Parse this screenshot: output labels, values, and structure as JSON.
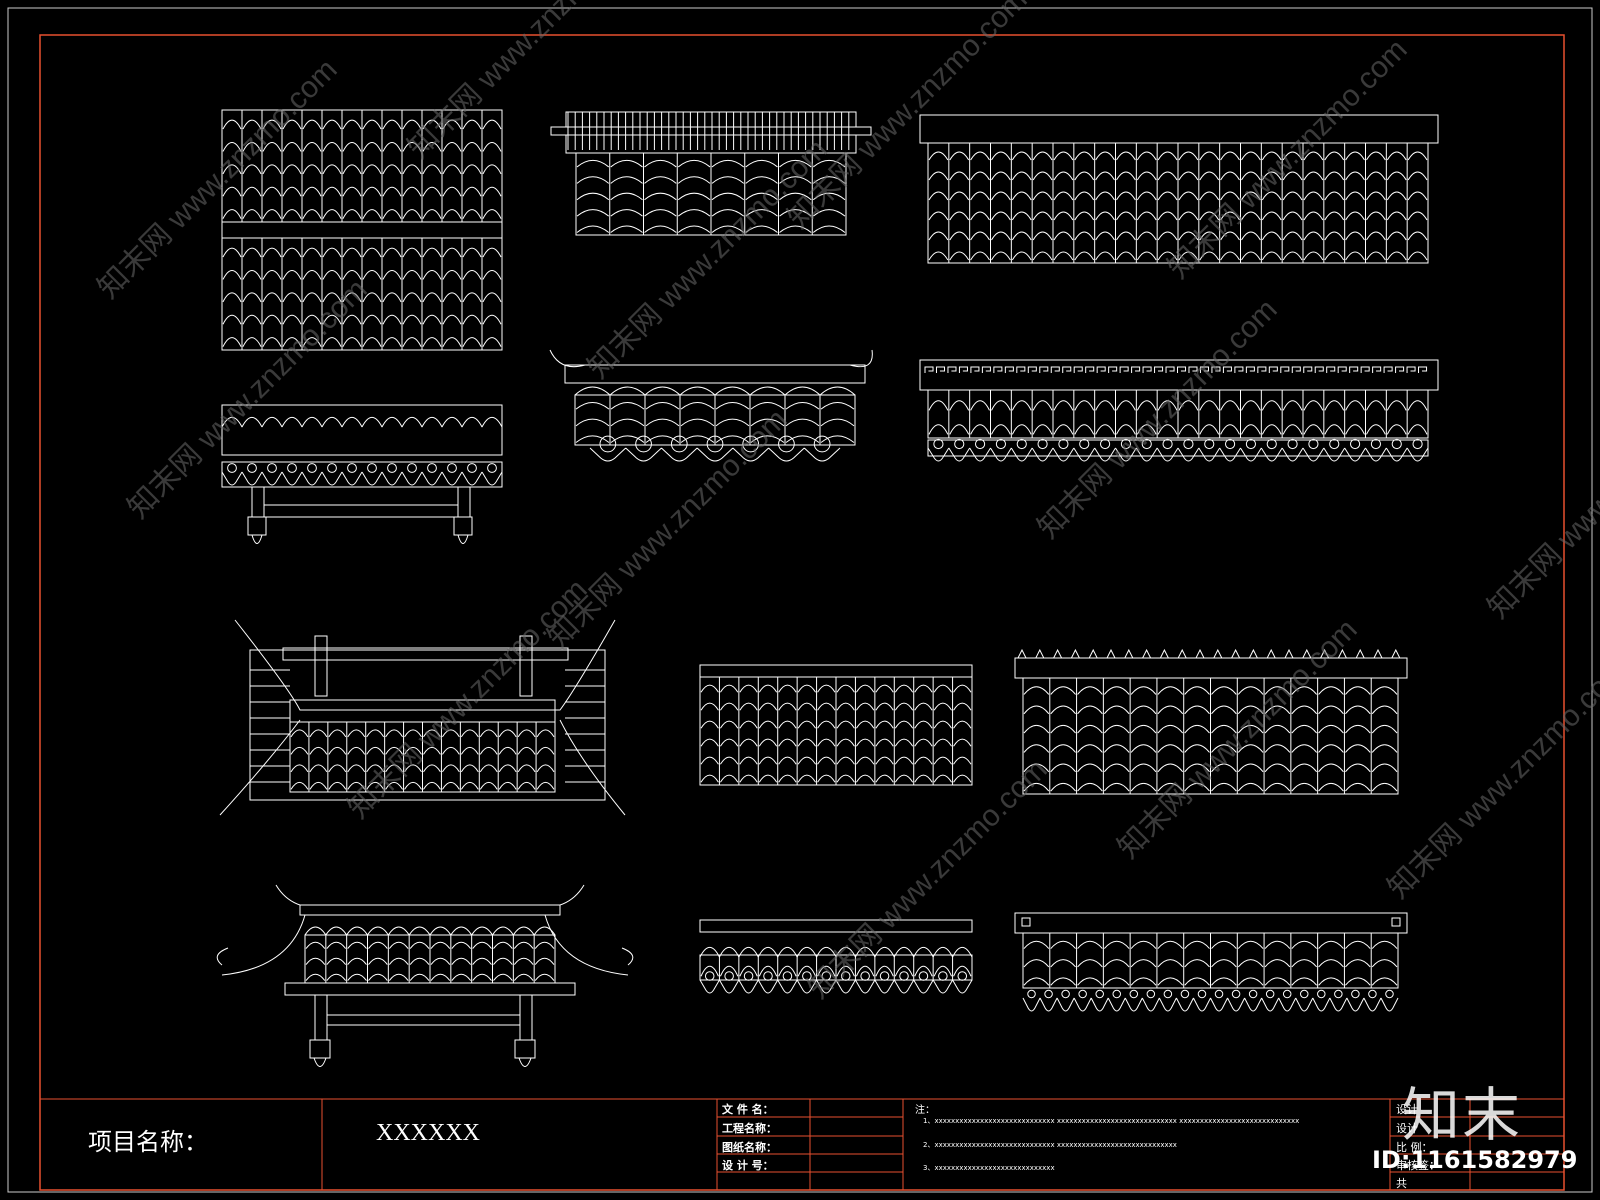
{
  "colors": {
    "background": "#000000",
    "frame": "#e8502f",
    "lines": "#ffffff",
    "watermark": "#8a8a8a"
  },
  "title_block": {
    "project_label": "项目名称：",
    "project_value": "XXXXXX",
    "fields": [
      {
        "label": "文 件 名："
      },
      {
        "label": "工程名称："
      },
      {
        "label": "图纸名称："
      },
      {
        "label": "设 计 号："
      }
    ],
    "notes_label": "注：",
    "notes": [
      "1、xxxxxxxxxxxxxxxxxxxxxxxxxxxxx    xxxxxxxxxxxxxxxxxxxxxxxxxxxxx    xxxxxxxxxxxxxxxxxxxxxxxxxxxxx",
      "2、xxxxxxxxxxxxxxxxxxxxxxxxxxxxx    xxxxxxxxxxxxxxxxxxxxxxxxxxxxx",
      "3、xxxxxxxxxxxxxxxxxxxxxxxxxxxxx"
    ],
    "sign_fields": [
      "设计",
      "设计",
      "比  例：",
      "审核签：",
      "共"
    ]
  },
  "watermark": {
    "site": "www.znzmo.com",
    "brand": "知末网",
    "logo_text": "知末",
    "id_text": "ID:1161582979"
  }
}
